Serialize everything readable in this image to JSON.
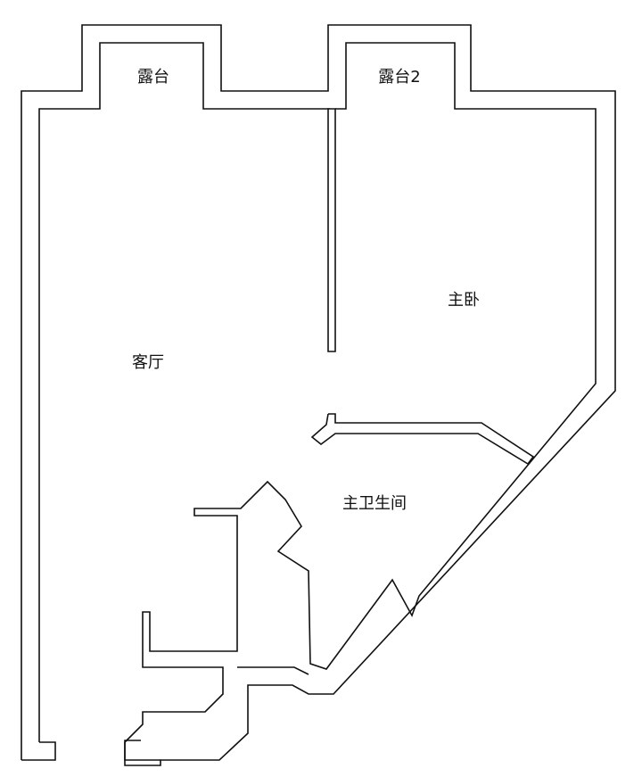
{
  "floor_plan": {
    "rooms": [
      {
        "id": "balcony-1",
        "label": "露台"
      },
      {
        "id": "balcony-2",
        "label": "露台2"
      },
      {
        "id": "living-room",
        "label": "客厅"
      },
      {
        "id": "master-bedroom",
        "label": "主卧"
      },
      {
        "id": "master-bathroom",
        "label": "主卫生间"
      }
    ],
    "colors": {
      "wall_stroke": "#111111",
      "background": "#ffffff"
    }
  }
}
